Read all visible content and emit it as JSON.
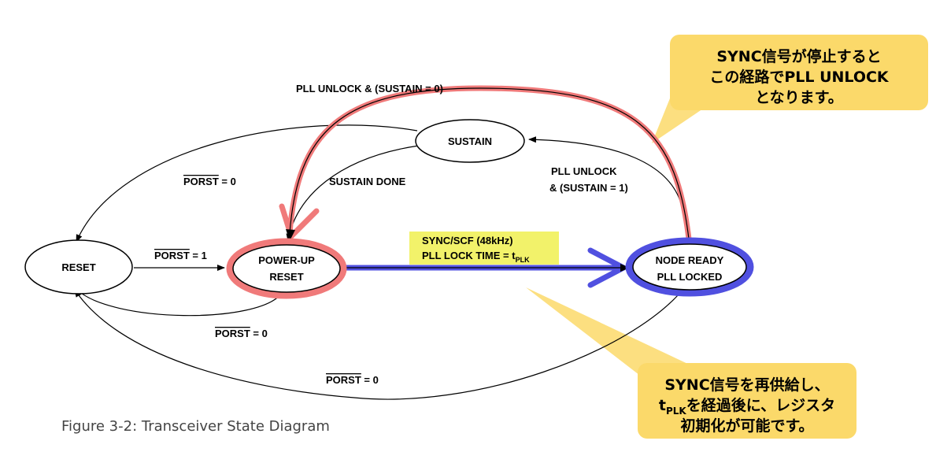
{
  "caption": "Figure 3-2: Transceiver State Diagram",
  "states": {
    "reset": "RESET",
    "power_up_line1": "POWER-UP",
    "power_up_line2": "RESET",
    "sustain": "SUSTAIN",
    "node_ready_line1": "NODE READY",
    "node_ready_line2": "PLL LOCKED"
  },
  "transitions": {
    "pll_unlock_sustain0": "PLL UNLOCK & (SUSTAIN = 0)",
    "porst_name": "PORST",
    "eq0": " = 0",
    "eq1": " = 1",
    "sustain_done": "SUSTAIN DONE",
    "pll_unlock_sustain1_line1": "PLL UNLOCK",
    "pll_unlock_sustain1_line2": "& (SUSTAIN = 1)",
    "sync_line1": "SYNC/SCF (48kHz)",
    "sync_line2": "PLL LOCK TIME = t",
    "sync_sub": "PLK"
  },
  "callouts": {
    "top_line1": "SYNC信号が停止すると",
    "top_line2": "この経路でPLL UNLOCK",
    "top_line3": "となります。",
    "bottom_line1": "SYNC信号を再供給し、",
    "bottom_t": "t",
    "bottom_sub": "PLK",
    "bottom_line2_rest": "を経過後に、レジスタ",
    "bottom_line3": "初期化が可能です。"
  },
  "colors": {
    "red_highlight": "#f07a7a",
    "blue_highlight": "#5050e0",
    "callout_fill": "#fbd96a",
    "sync_label_fill": "#f2f26a"
  }
}
